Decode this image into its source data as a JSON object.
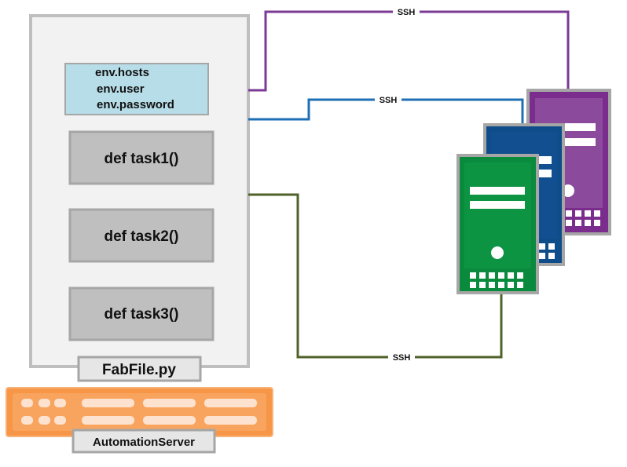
{
  "fabfile": {
    "label": "FabFile.py",
    "env_vars": [
      "env.hosts",
      "env.user",
      "env.password"
    ],
    "tasks": [
      "def task1()",
      "def task2()",
      "def task3()"
    ]
  },
  "automation_server": {
    "label": "AutomationServer"
  },
  "connections": [
    {
      "label": "SSH",
      "color": "#7b3a96"
    },
    {
      "label": "SSH",
      "color": "#1f6fb5"
    },
    {
      "label": "SSH",
      "color": "#4f6228"
    }
  ],
  "servers": [
    {
      "color": "#7b2d8e"
    },
    {
      "color": "#0f4c8a"
    },
    {
      "color": "#0a8a3c"
    }
  ]
}
